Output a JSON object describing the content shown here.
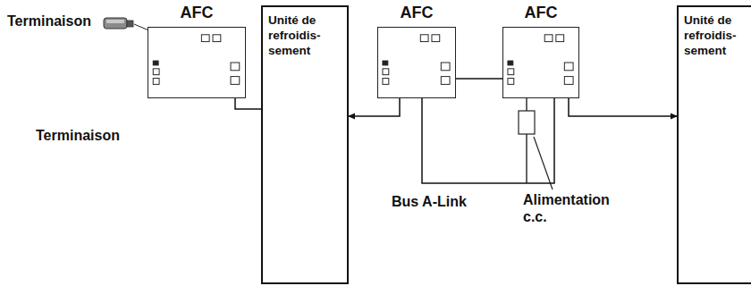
{
  "diagram": {
    "nodes": [
      {
        "text": [
          "AFC"
        ]
      },
      {
        "text": [
          "Unité de refroidis- sement"
        ]
      },
      {
        "text": [
          "AFC"
        ]
      },
      {
        "text": [
          "AFC"
        ]
      },
      {
        "text": [
          "Unité de refroidis- sement"
        ]
      }
    ],
    "edges": [
      {
        "from": 0,
        "to": 1,
        "arrow": "none"
      },
      {
        "from": 2,
        "to": 1,
        "arrow": "to"
      },
      {
        "from": 3,
        "to": 4,
        "arrow": "to"
      },
      {
        "from": 2,
        "to": 3,
        "arrow": "none"
      },
      {
        "from": 2,
        "to": 3,
        "arrow": "none"
      }
    ],
    "labels": [
      "Terminaison",
      "Terminaison",
      "Bus A-Link",
      "Alimentation c.c."
    ]
  }
}
